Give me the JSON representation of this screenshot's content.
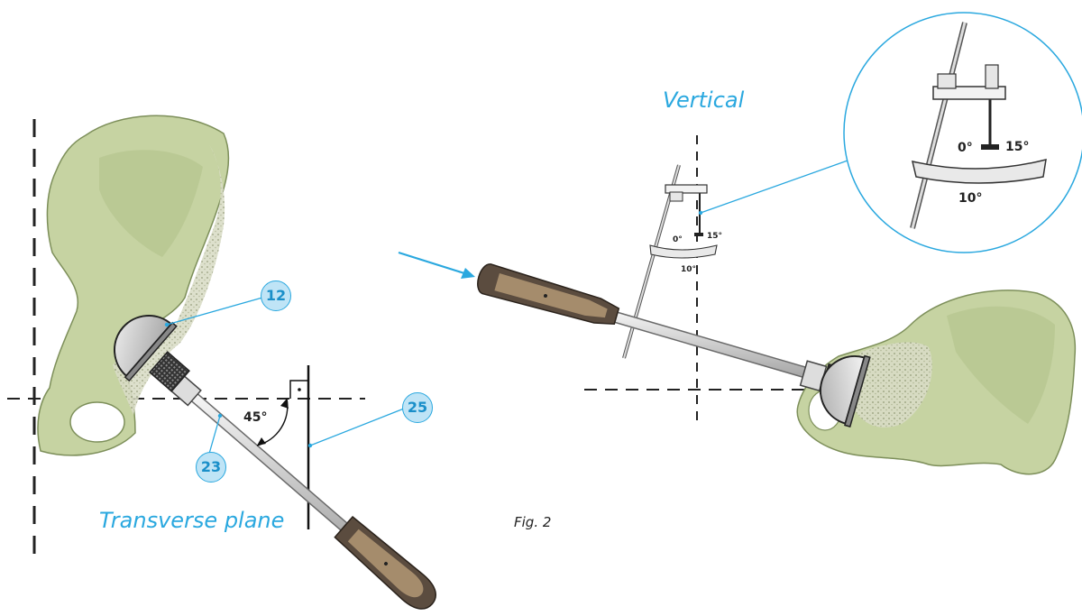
{
  "labels": {
    "transverse_plane": "Transverse plane",
    "vertical": "Vertical",
    "figure": "Fig. 2",
    "callout_12": "12",
    "callout_23": "23",
    "callout_25": "25",
    "angle_45": "45°",
    "gauge_0": "0°",
    "gauge_15": "15°",
    "gauge_10": "10°"
  },
  "colors": {
    "bone": "#c6d3a2",
    "bone_stroke": "#7d8f5a",
    "accent": "#2aa8df",
    "handle": "#8a7358",
    "shaft": "#d4d4d4"
  }
}
